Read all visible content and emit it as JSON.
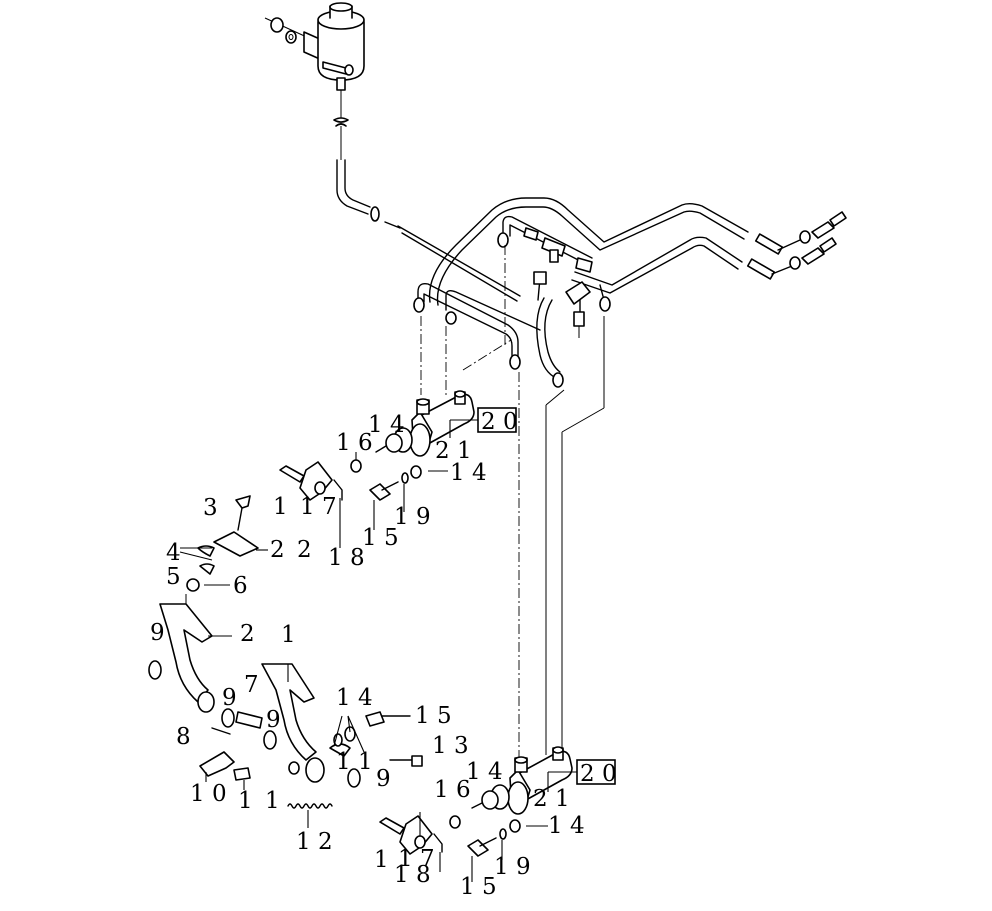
{
  "callouts": [
    {
      "id": "c1",
      "text": "1 6"
    },
    {
      "id": "c2",
      "text": "1 4"
    },
    {
      "id": "c3",
      "text": "2 1"
    },
    {
      "id": "c4",
      "text": "2 0"
    },
    {
      "id": "c5",
      "text": "1"
    },
    {
      "id": "c6",
      "text": "1 7"
    },
    {
      "id": "c7",
      "text": "1 4"
    },
    {
      "id": "c8",
      "text": "1 8"
    },
    {
      "id": "c9",
      "text": "1 5"
    },
    {
      "id": "c10",
      "text": "1 9"
    },
    {
      "id": "c11",
      "text": "3"
    },
    {
      "id": "c12",
      "text": "4"
    },
    {
      "id": "c13",
      "text": "2"
    },
    {
      "id": "c14",
      "text": "2"
    },
    {
      "id": "c15",
      "text": "5"
    },
    {
      "id": "c16",
      "text": "6"
    },
    {
      "id": "c17",
      "text": "9"
    },
    {
      "id": "c18",
      "text": "2"
    },
    {
      "id": "c19",
      "text": "1"
    },
    {
      "id": "c20",
      "text": "9"
    },
    {
      "id": "c21",
      "text": "7"
    },
    {
      "id": "c22",
      "text": "9"
    },
    {
      "id": "c23",
      "text": "1 4"
    },
    {
      "id": "c24",
      "text": "1 5"
    },
    {
      "id": "c25",
      "text": "8"
    },
    {
      "id": "c26",
      "text": "1 1"
    },
    {
      "id": "c27",
      "text": "1 3"
    },
    {
      "id": "c28",
      "text": "1 0"
    },
    {
      "id": "c29",
      "text": "1"
    },
    {
      "id": "c30",
      "text": "9"
    },
    {
      "id": "c31",
      "text": "1"
    },
    {
      "id": "c32",
      "text": "1 2"
    },
    {
      "id": "c33",
      "text": "1 6"
    },
    {
      "id": "c34",
      "text": "1 4"
    },
    {
      "id": "c35",
      "text": "2 1"
    },
    {
      "id": "c36",
      "text": "1 4"
    },
    {
      "id": "c37",
      "text": "1"
    },
    {
      "id": "c38",
      "text": "1 7"
    },
    {
      "id": "c39",
      "text": "1 8"
    },
    {
      "id": "c40",
      "text": "1 5"
    },
    {
      "id": "c41",
      "text": "1 9"
    },
    {
      "id": "c42",
      "text": "2 0"
    }
  ]
}
